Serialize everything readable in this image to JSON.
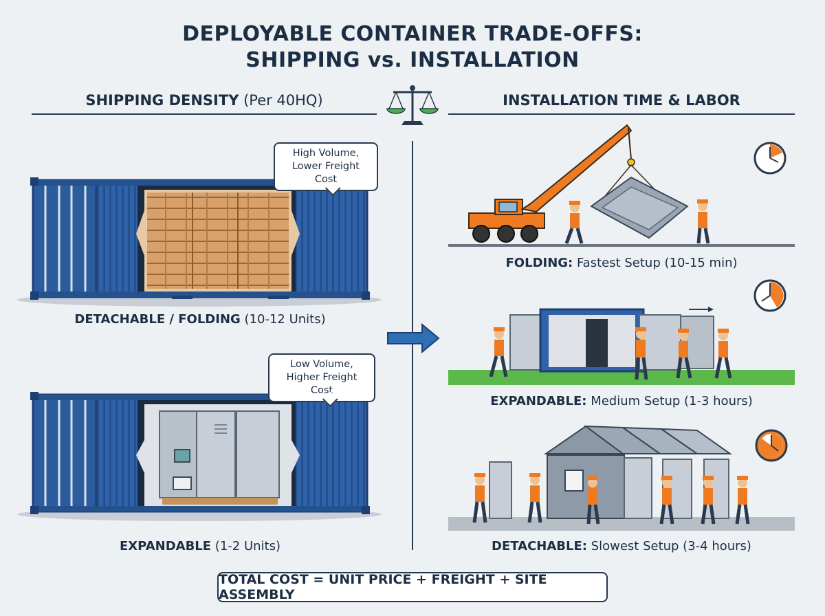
{
  "title": {
    "line1": "DEPLOYABLE CONTAINER TRADE-OFFS:",
    "line2": "SHIPPING vs. INSTALLATION"
  },
  "left_section": {
    "heading_bold": "SHIPPING DENSITY",
    "heading_rest": " (Per 40HQ)",
    "folding": {
      "bubble_line1": "High Volume,",
      "bubble_line2": "Lower Freight Cost",
      "caption_bold": "DETACHABLE / FOLDING",
      "caption_rest": " (10-12 Units)"
    },
    "expandable": {
      "bubble_line1": "Low Volume,",
      "bubble_line2": "Higher Freight Cost",
      "caption_bold": "EXPANDABLE",
      "caption_rest": " (1-2 Units)"
    }
  },
  "right_section": {
    "heading": "INSTALLATION TIME & LABOR",
    "rows": [
      {
        "caption_bold": "FOLDING:",
        "caption_rest": " Fastest Setup (10-15 min)"
      },
      {
        "caption_bold": "EXPANDABLE:",
        "caption_rest": " Medium Setup (1-3 hours)"
      },
      {
        "caption_bold": "DETACHABLE:",
        "caption_rest": " Slowest Setup (3-4 hours)"
      }
    ]
  },
  "total": "TOTAL COST = UNIT PRICE + FREIGHT + SITE ASSEMBLY",
  "colors": {
    "container_blue": "#2f62a8",
    "container_dark": "#1d3f73",
    "crane_orange": "#ee7a22",
    "clock_orange": "#f07f2a",
    "grass_green": "#5bb84a",
    "navy_text": "#1c2e44"
  },
  "icons": [
    "balance-scale-icon",
    "arrow-right-icon",
    "clock-icon",
    "crane-icon",
    "worker-icon",
    "container-icon"
  ]
}
